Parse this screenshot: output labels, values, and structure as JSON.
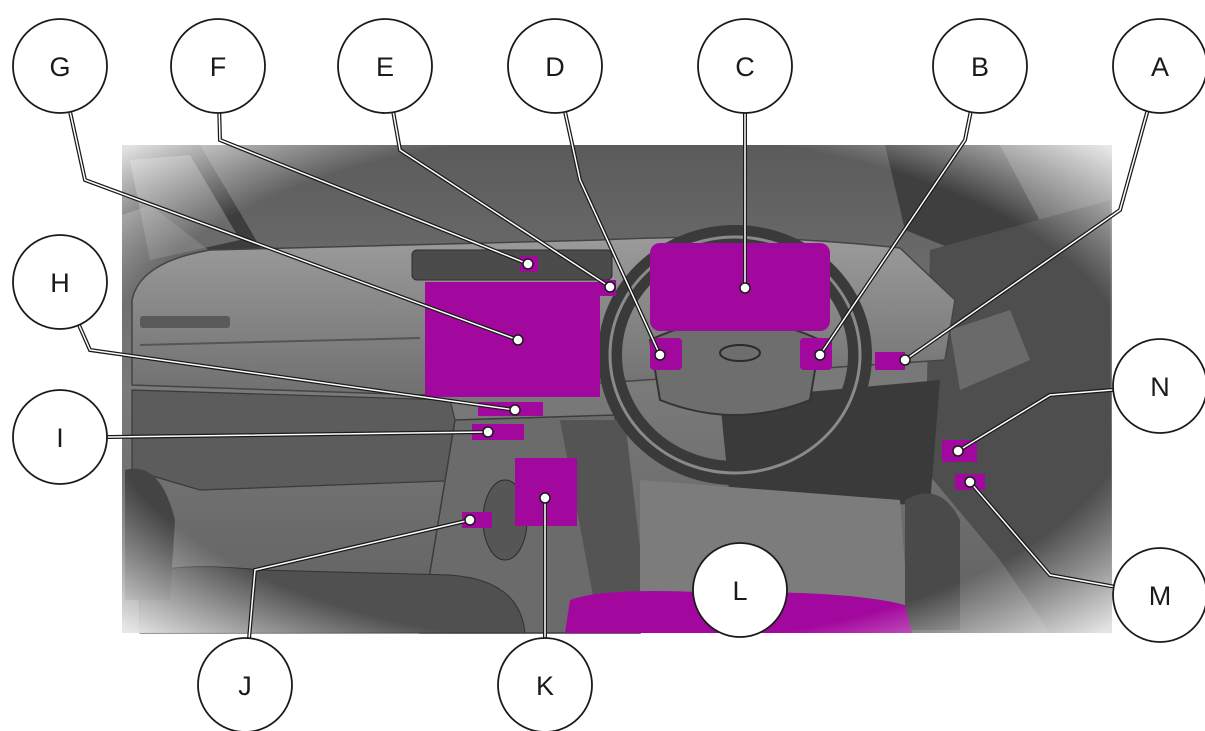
{
  "diagram": {
    "callouts": [
      {
        "key": "A",
        "label": "A"
      },
      {
        "key": "B",
        "label": "B"
      },
      {
        "key": "C",
        "label": "C"
      },
      {
        "key": "D",
        "label": "D"
      },
      {
        "key": "E",
        "label": "E"
      },
      {
        "key": "F",
        "label": "F"
      },
      {
        "key": "G",
        "label": "G"
      },
      {
        "key": "H",
        "label": "H"
      },
      {
        "key": "I",
        "label": "I"
      },
      {
        "key": "J",
        "label": "J"
      },
      {
        "key": "K",
        "label": "K"
      },
      {
        "key": "L",
        "label": "L"
      },
      {
        "key": "M",
        "label": "M"
      },
      {
        "key": "N",
        "label": "N"
      }
    ],
    "highlight_color": "#a3089e",
    "callout_stroke_color": "#1a1a1a"
  }
}
